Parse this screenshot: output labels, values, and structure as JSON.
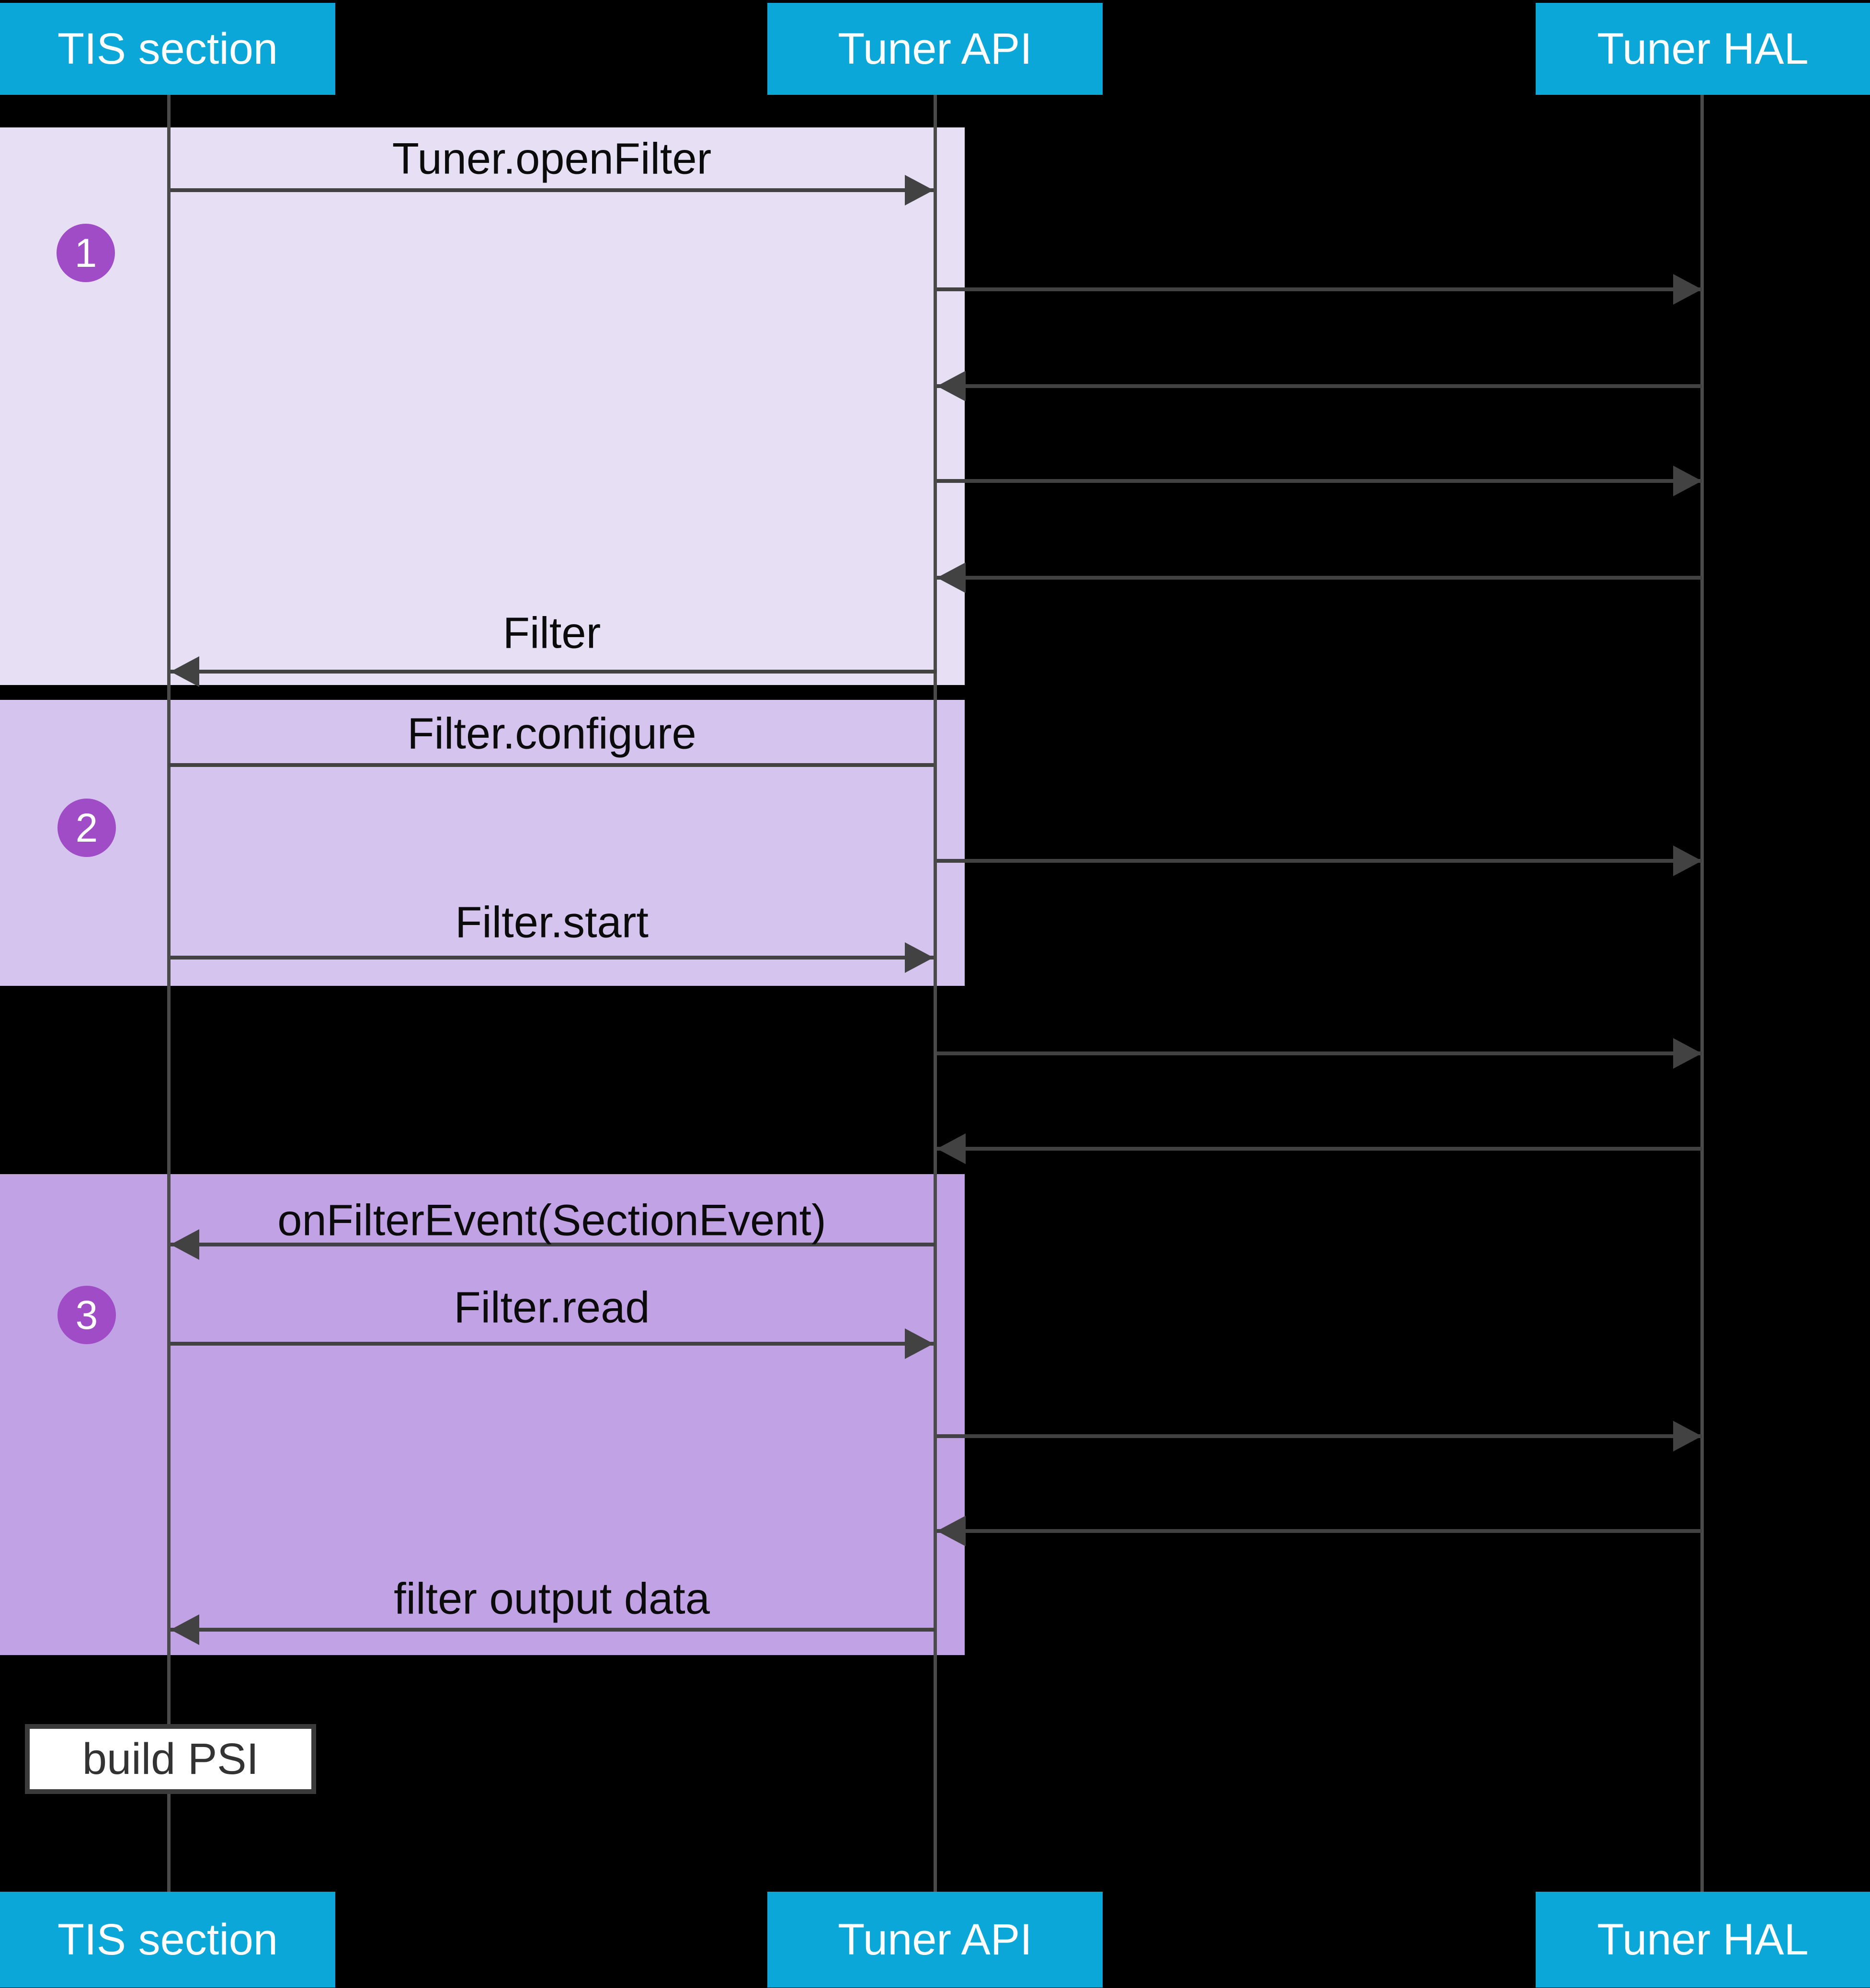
{
  "diagram": {
    "type": "sequence-diagram",
    "background_color": "#000000"
  },
  "participants": [
    {
      "label": "TIS section"
    },
    {
      "label": "Tuner API"
    },
    {
      "label": "Tuner HAL"
    }
  ],
  "steps": [
    {
      "number": "1"
    },
    {
      "number": "2"
    },
    {
      "number": "3"
    }
  ],
  "messages": {
    "open_filter": "Tuner.openFilter",
    "filter_return": "Filter",
    "filter_configure": "Filter.configure",
    "filter_start": "Filter.start",
    "on_filter_event": "onFilterEvent(SectionEvent)",
    "filter_read": "Filter.read",
    "filter_output": "filter output data"
  },
  "note": {
    "label": "build PSI"
  },
  "colors": {
    "header": "#0BA7D9",
    "header_text": "#FFFFFF",
    "step1_block": "#E7E0F5",
    "step2_block": "#D5C5EE",
    "step3_block": "#C1A3E5",
    "step_badge": "#A04CC7",
    "arrow": "#424242",
    "lifeline": "#4A4A4A",
    "note_background": "#FFFFFF",
    "note_border": "#3A3A3A",
    "message_text": "#000000"
  }
}
